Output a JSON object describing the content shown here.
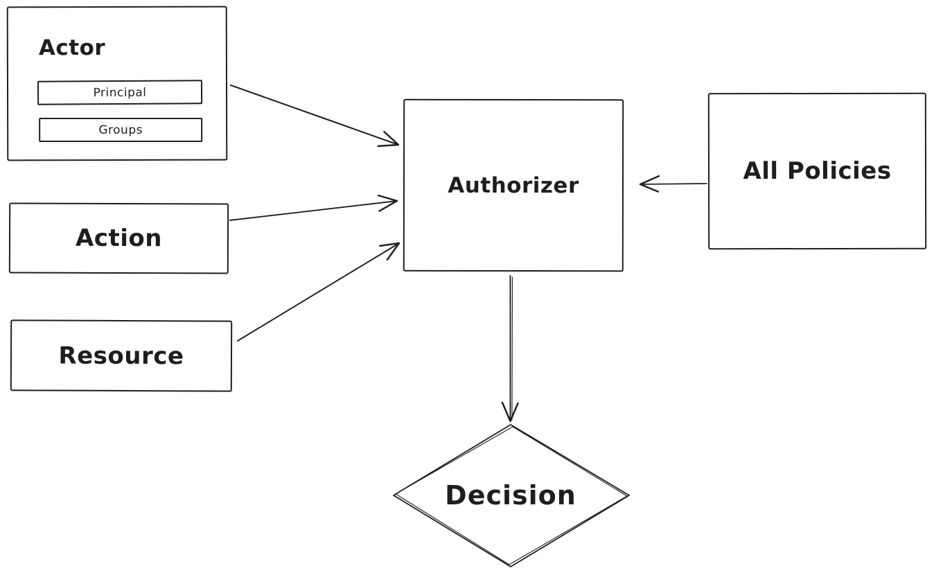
{
  "diagram": {
    "type": "flowchart",
    "style": "hand-drawn",
    "stroke_color": "#1e1e1e",
    "background_color": "#ffffff",
    "nodes": {
      "actor": {
        "label": "Actor",
        "shape": "rectangle",
        "children": [
          {
            "label": "Principal"
          },
          {
            "label": "Groups"
          }
        ]
      },
      "action": {
        "label": "Action",
        "shape": "rectangle"
      },
      "resource": {
        "label": "Resource",
        "shape": "rectangle"
      },
      "authorizer": {
        "label": "Authorizer",
        "shape": "rectangle"
      },
      "all_policies": {
        "label": "All Policies",
        "shape": "rectangle"
      },
      "decision": {
        "label": "Decision",
        "shape": "diamond"
      }
    },
    "edges": [
      {
        "from": "actor",
        "to": "authorizer"
      },
      {
        "from": "action",
        "to": "authorizer"
      },
      {
        "from": "resource",
        "to": "authorizer"
      },
      {
        "from": "all_policies",
        "to": "authorizer"
      },
      {
        "from": "authorizer",
        "to": "decision"
      }
    ]
  }
}
